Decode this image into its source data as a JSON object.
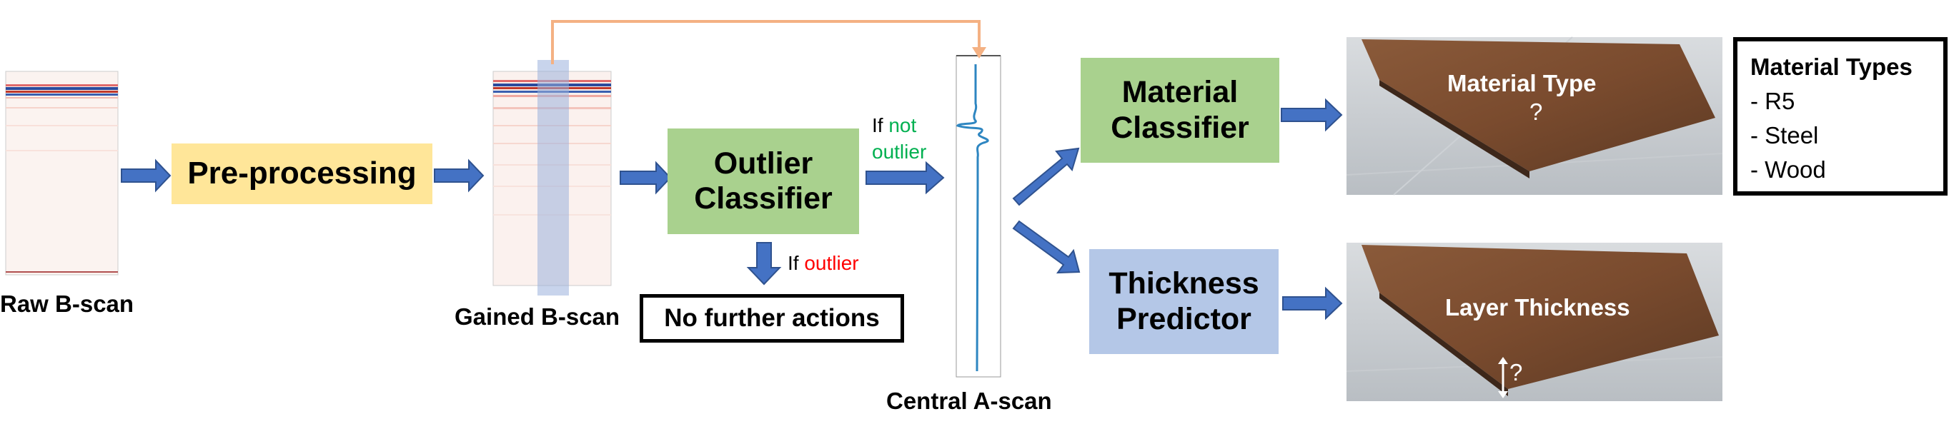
{
  "raw_bscan": {
    "caption": "Raw B-scan"
  },
  "preprocessing": {
    "label": "Pre-processing"
  },
  "gained_bscan": {
    "caption": "Gained B-scan"
  },
  "outlier_classifier": {
    "label_line1": "Outlier",
    "label_line2": "Classifier"
  },
  "if_not_outlier": {
    "prefix": "If",
    "word1": "not",
    "word2": "outlier"
  },
  "if_outlier": {
    "prefix": "If",
    "word": "outlier"
  },
  "no_further": {
    "label": "No further actions"
  },
  "central_ascan": {
    "caption": "Central A-scan"
  },
  "material_classifier": {
    "label_line1": "Material",
    "label_line2": "Classifier"
  },
  "thickness_predictor": {
    "label_line1": "Thickness",
    "label_line2": "Predictor"
  },
  "photo_material": {
    "label": "Material Type",
    "mark": "?"
  },
  "photo_thickness": {
    "label": "Layer Thickness",
    "mark": "?"
  },
  "material_types": {
    "title": "Material Types",
    "items": [
      "- R5",
      "- Steel",
      "- Wood"
    ]
  },
  "colors": {
    "arrow_blue": "#4472c4",
    "orange": "#f4b183",
    "yellow_box": "#ffe699",
    "green_box": "#a9d18e",
    "blue_box": "#b4c7e7",
    "green_text": "#00b050",
    "red_text": "#ff0000"
  }
}
